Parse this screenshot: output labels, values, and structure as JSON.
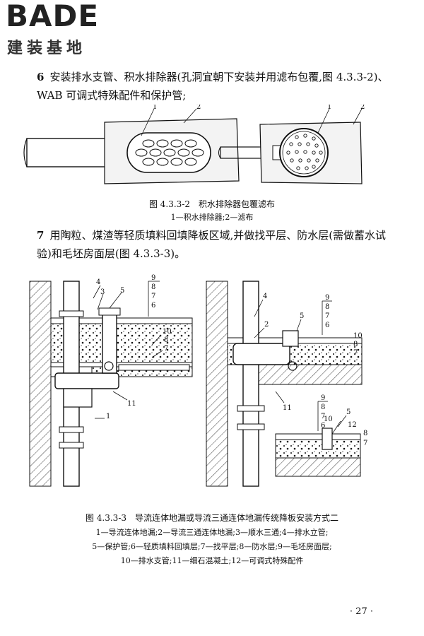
{
  "logo": {
    "word": "BADE",
    "sub": "建装基地"
  },
  "step6": {
    "num": "6",
    "text": "安装排水支管、积水排除器(孔洞宜朝下安装并用滤布包覆,图 4.3.3-2)、WAB 可调式特殊配件和保护管;"
  },
  "figure1": {
    "labels": [
      "1",
      "2"
    ],
    "caption": "图 4.3.3-2　积水排除器包覆滤布",
    "legend": "1—积水排除器;2—滤布"
  },
  "step7": {
    "num": "7",
    "text": "用陶粒、煤渣等轻质填料回填降板区域,并做找平层、防水层(需做蓄水试验)和毛坯房面层(图 4.3.3-3)。"
  },
  "figure2": {
    "left_labels": [
      "9",
      "8",
      "7",
      "6",
      "4",
      "3",
      "5",
      "10",
      "8",
      "7",
      "1",
      "11"
    ],
    "right_labels": [
      "4",
      "9",
      "8",
      "7",
      "6",
      "2",
      "5",
      "10",
      "8",
      "7",
      "11",
      "9",
      "8",
      "7",
      "6",
      "5",
      "10",
      "12",
      "8",
      "7"
    ],
    "caption": "图 4.3.3-3　导流连体地漏或导流三通连体地漏传统降板安装方式二",
    "legend": [
      "1—导流连体地漏;2—导流三通连体地漏;3—顺水三通;4—排水立管;",
      "5—保护管;6—轻质填料回填层;7—找平层;8—防水层;9—毛坯房面层;",
      "10—排水支管;11—细石混凝土;12—可调式特殊配件"
    ]
  },
  "page_number": "· 27 ·"
}
